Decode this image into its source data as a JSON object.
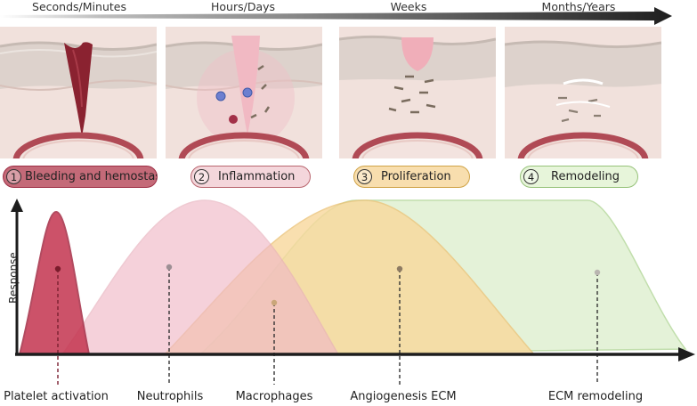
{
  "timeline": {
    "labels": [
      "Seconds/Minutes",
      "Hours/Days",
      "Weeks",
      "Months/Years"
    ]
  },
  "phases": [
    {
      "num": "1",
      "label": "Bleeding and hemostasis",
      "fill": "#c46a78",
      "border": "#9e2f45"
    },
    {
      "num": "2",
      "label": "Inflammation",
      "fill": "#f4d6db",
      "border": "#b9666f"
    },
    {
      "num": "3",
      "label": "Proliferation",
      "fill": "#f8deae",
      "border": "#d0a347"
    },
    {
      "num": "4",
      "label": "Remodeling",
      "fill": "#e7f5da",
      "border": "#97c27a"
    }
  ],
  "axis": {
    "ylabel": "Response"
  },
  "processes": [
    {
      "label": "Platelet activation",
      "color": "#a52c45"
    },
    {
      "label": "Neutrophils",
      "color": "#a09096"
    },
    {
      "label": "Macrophages",
      "color": "#c9a478"
    },
    {
      "label": "Angiogenesis ECM",
      "color": "#8e7b63"
    },
    {
      "label": "ECM remodeling",
      "color": "#b9b5b0"
    }
  ],
  "colors": {
    "axis": "#1d1d1d",
    "hemostasis": "#c0485c",
    "inflammation": "#efc3cf",
    "proliferation": "#f7d79a",
    "remodeling": "#dcefcc",
    "skin_top": "#ece4e0",
    "dermis": "#f0ddd8",
    "vessel": "#b04a55"
  }
}
